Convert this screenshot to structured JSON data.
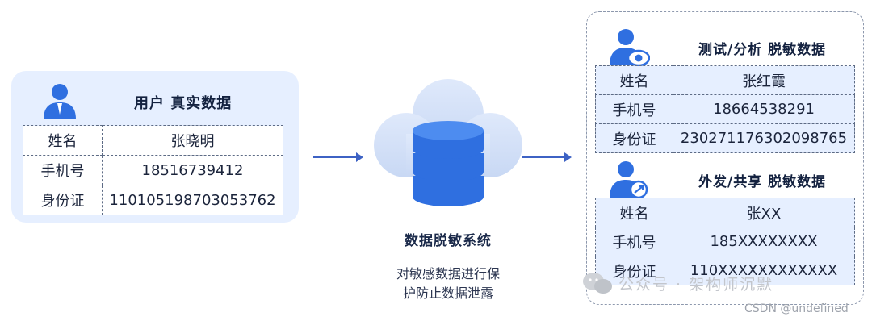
{
  "source": {
    "title": "用户  真实数据",
    "rows": [
      {
        "label": "姓名",
        "value": "张晓明"
      },
      {
        "label": "手机号",
        "value": "18516739412"
      },
      {
        "label": "身份证",
        "value": "110105198703053762"
      }
    ]
  },
  "system": {
    "title": "数据脱敏系统",
    "desc_line1": "对敏感数据进行保",
    "desc_line2": "护防止数据泄露"
  },
  "outputs": [
    {
      "title": "测试/分析  脱敏数据",
      "icon": "user-eye-icon",
      "rows": [
        {
          "label": "姓名",
          "value": "张红霞"
        },
        {
          "label": "手机号",
          "value": "18664538291"
        },
        {
          "label": "身份证",
          "value": "230271176302098765"
        }
      ]
    },
    {
      "title": "外发/共享  脱敏数据",
      "icon": "user-share-icon",
      "rows": [
        {
          "label": "姓名",
          "value": "张XX"
        },
        {
          "label": "手机号",
          "value": "185XXXXXXXX"
        },
        {
          "label": "身份证",
          "value": "110XXXXXXXXXXXX"
        }
      ]
    }
  ],
  "watermark": {
    "text": "公众号 · 架构师沉默",
    "csdn": "CSDN @undefined"
  },
  "colors": {
    "accent": "#2f6fe0",
    "card_bg": "#e6efff",
    "arrow": "#3d62c4"
  }
}
